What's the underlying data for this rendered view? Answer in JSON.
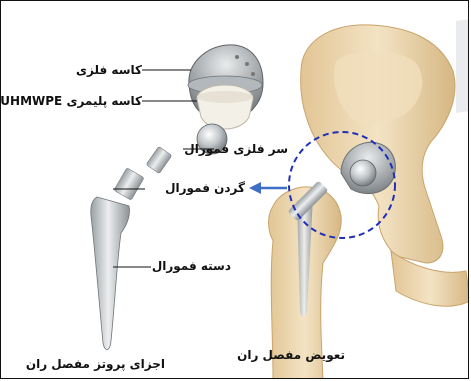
{
  "labels": {
    "metal_cup": "کاسه فلزی",
    "poly_cup": "کاسه پلیمری UHMWPE",
    "femoral_head": "سر فلزی فمورال",
    "femoral_neck": "گردن فمورال",
    "femoral_stem": "دسته فمورال",
    "prosthesis_parts": "اجزای پروتز مفصل ران",
    "hip_replacement": "تعویض مفصل ران"
  },
  "colors": {
    "bone": "#ecd7b3",
    "bone_shadow": "#d8bb8e",
    "metal": "#c9cccf",
    "metal_dark": "#8f9396",
    "poly": "#f2efe6",
    "circle": "#1f2fb8",
    "arrow": "#3f6fc4"
  }
}
